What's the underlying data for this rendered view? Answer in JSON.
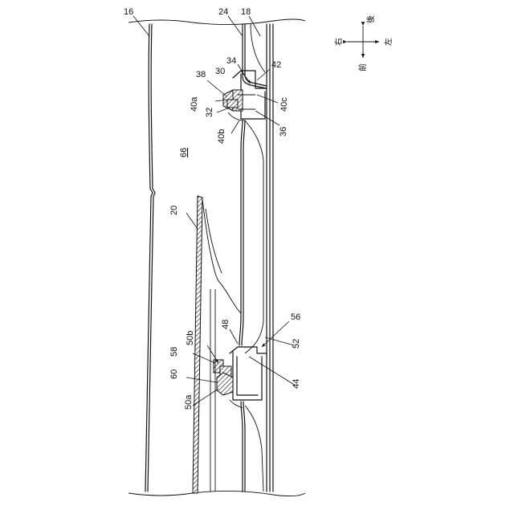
{
  "labels": {
    "l16": "16",
    "l24": "24",
    "l18": "18",
    "l30": "30",
    "l34": "34",
    "l38": "38",
    "l42": "42",
    "l40a": "40a",
    "l32": "32",
    "l40c": "40c",
    "l36": "36",
    "l40b": "40b",
    "l66": "66",
    "l20": "20",
    "l48": "48",
    "l56": "56",
    "l50b": "50b",
    "l58": "58",
    "l52": "52",
    "l60": "60",
    "l44": "44",
    "l50a": "50a"
  },
  "compass": {
    "up": "後",
    "down": "前",
    "left": "右",
    "right": "左"
  }
}
